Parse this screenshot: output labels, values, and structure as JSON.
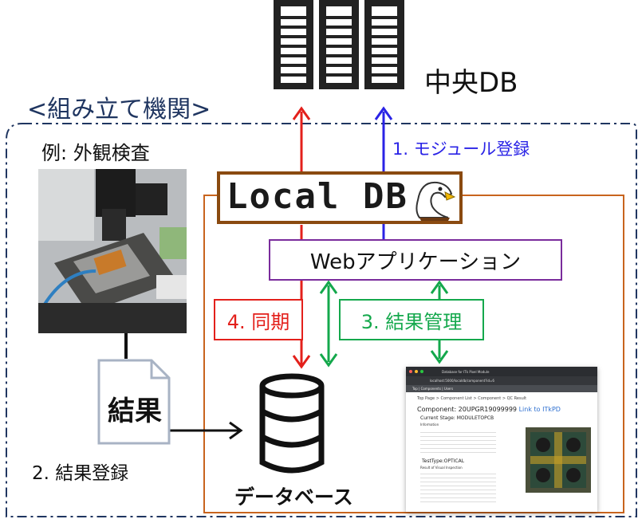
{
  "title": "<組み立て機関>",
  "central_db": "中央DB",
  "example_label": "例: 外観検査",
  "step1": "1. モジュール登録",
  "step2": "2. 結果登録",
  "step3": "3. 結果管理",
  "step4": "4. 同期",
  "local_db_logo": "Local DB",
  "web_app": "Webアプリケーション",
  "result_doc": "結果",
  "database_label": "データベース",
  "screenshot": {
    "browser_tab": "Database for ITk Pixel Module",
    "address": "localhost:5000/localdb/component?id=6",
    "nav": "Top  |  Components  |  Users",
    "breadcrumb": "Top Page > Component List > Component > QC Result",
    "component": "Component: 20UPGR19099999",
    "link": "Link to ITkPD",
    "stage": "Current Stage: MODULETOPCB",
    "information": "Information",
    "test_type": "TestType:OPTICAL",
    "result_visual": "Result of Visual Inspection"
  },
  "colors": {
    "red": "#e3201b",
    "blue": "#2a23e6",
    "green": "#14a84c",
    "orange_frame": "#c8641e",
    "purple": "#7a2c9c",
    "navy_dash": "#1f3560"
  }
}
